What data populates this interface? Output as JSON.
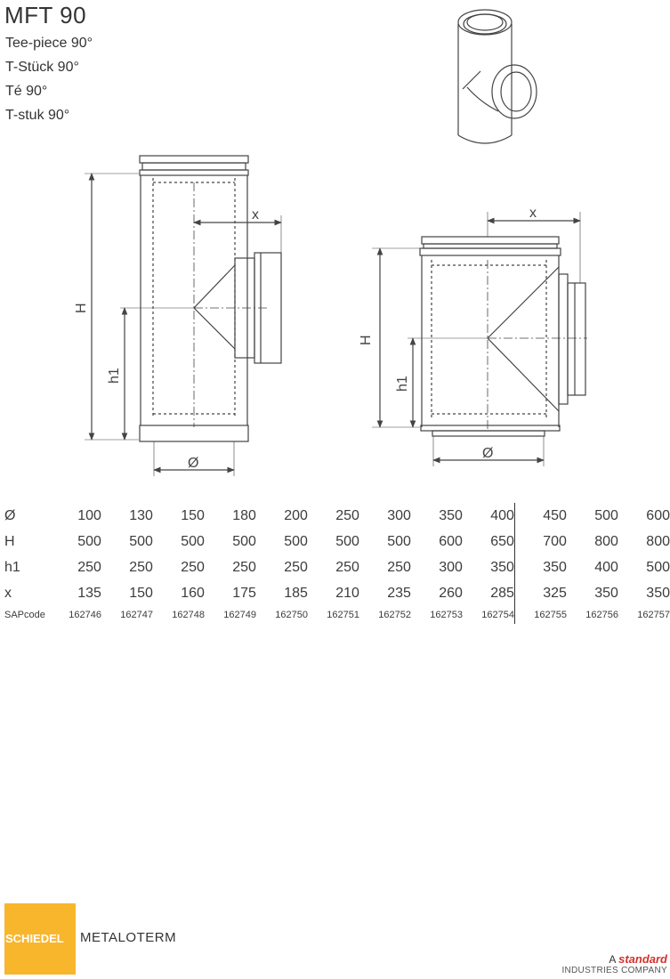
{
  "title": "MFT 90",
  "subtitles": [
    "Tee-piece 90°",
    "T-Stück 90°",
    "Té 90°",
    "T-stuk 90°"
  ],
  "drawing_labels": {
    "H": "H",
    "h1": "h1",
    "x": "x",
    "diameter": "Ø"
  },
  "table": {
    "rows": [
      {
        "label": "Ø",
        "values": [
          "100",
          "130",
          "150",
          "180",
          "200",
          "250",
          "300",
          "350",
          "400",
          "450",
          "500",
          "600"
        ]
      },
      {
        "label": "H",
        "values": [
          "500",
          "500",
          "500",
          "500",
          "500",
          "500",
          "500",
          "600",
          "650",
          "700",
          "800",
          "800"
        ]
      },
      {
        "label": "h1",
        "values": [
          "250",
          "250",
          "250",
          "250",
          "250",
          "250",
          "250",
          "300",
          "350",
          "350",
          "400",
          "500"
        ]
      },
      {
        "label": "x",
        "values": [
          "135",
          "150",
          "160",
          "175",
          "185",
          "210",
          "235",
          "260",
          "285",
          "325",
          "350",
          "350"
        ]
      }
    ],
    "sap": {
      "label": "SAPcode",
      "values": [
        "162746",
        "162747",
        "162748",
        "162749",
        "162750",
        "162751",
        "162752",
        "162753",
        "162754",
        "162755",
        "162756",
        "162757"
      ]
    }
  },
  "footer": {
    "logo_text": "SCHIEDEL",
    "brand": "METALOTERM",
    "partner_prefix": "A",
    "partner_name": "standard",
    "partner_line2": "INDUSTRIES COMPANY",
    "colors": {
      "logo": "#f8b62d",
      "accent": "#d6312a"
    }
  }
}
